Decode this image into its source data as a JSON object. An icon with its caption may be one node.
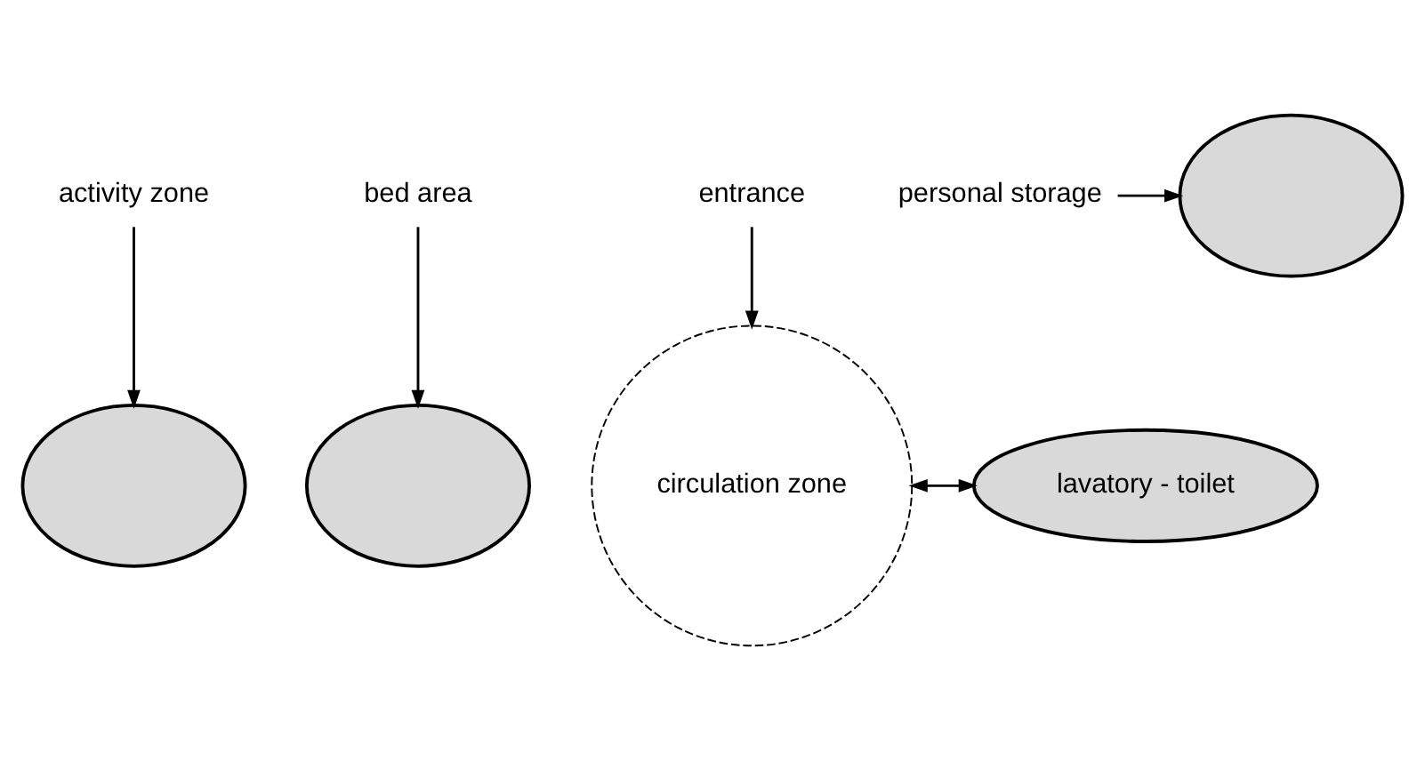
{
  "diagram": {
    "nodes": [
      {
        "text": [
          "activity zone"
        ]
      },
      {
        "text": [],
        "shape": "ellipse"
      },
      {
        "text": [
          "bed area"
        ]
      },
      {
        "text": [],
        "shape": "ellipse"
      },
      {
        "text": [
          "circulation zone"
        ]
      },
      {
        "text": [
          "lavatory - toilet"
        ]
      },
      {
        "text": [
          "personal storage"
        ]
      },
      {
        "text": [],
        "shape": "ellipse"
      },
      {
        "text": [
          "entrance"
        ]
      }
    ],
    "edges": [
      {
        "from": 0,
        "to": 1,
        "arrow": "to"
      },
      {
        "from": 2,
        "to": 3,
        "arrow": "to"
      },
      {
        "from": 4,
        "to": 5,
        "arrow": "both"
      },
      {
        "from": 6,
        "to": 7,
        "arrow": "to"
      },
      {
        "from": 8,
        "to": 4,
        "arrow": "to"
      }
    ]
  }
}
